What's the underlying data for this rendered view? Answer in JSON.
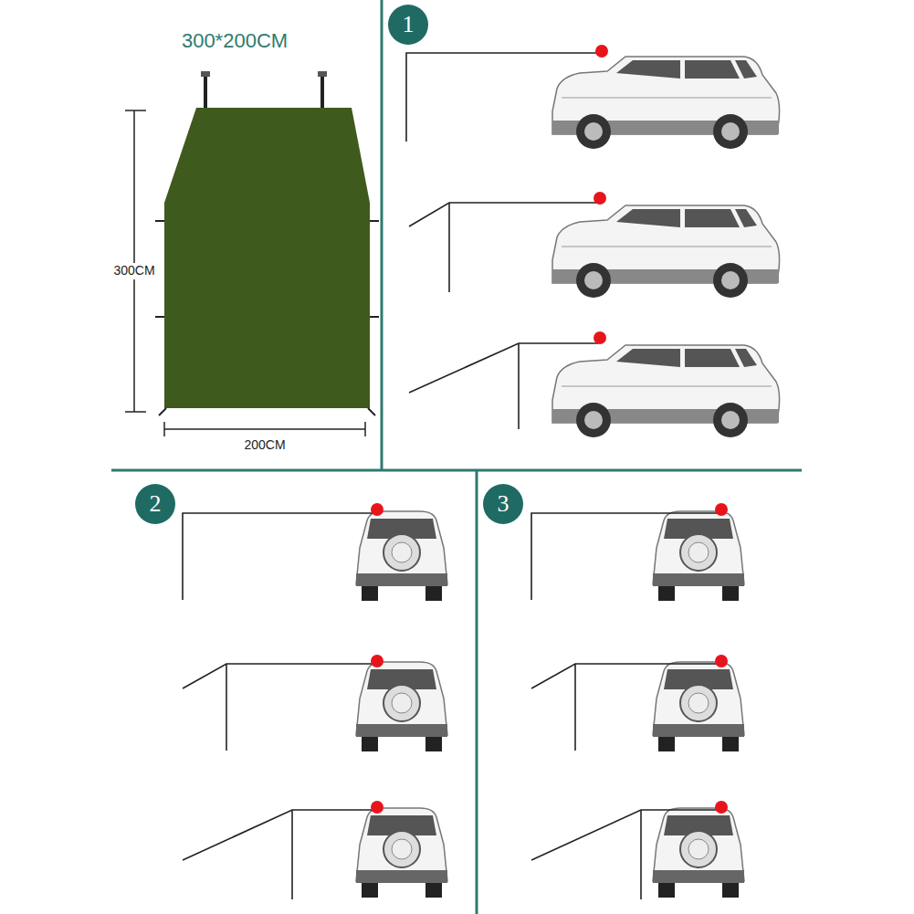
{
  "diagram": {
    "nodes": [
      {
        "text": [
          "1"
        ]
      },
      {
        "text": [
          "2"
        ]
      },
      {
        "text": [
          "3"
        ]
      }
    ],
    "labels": [
      "300*200CM",
      "300CM",
      "200CM"
    ]
  }
}
